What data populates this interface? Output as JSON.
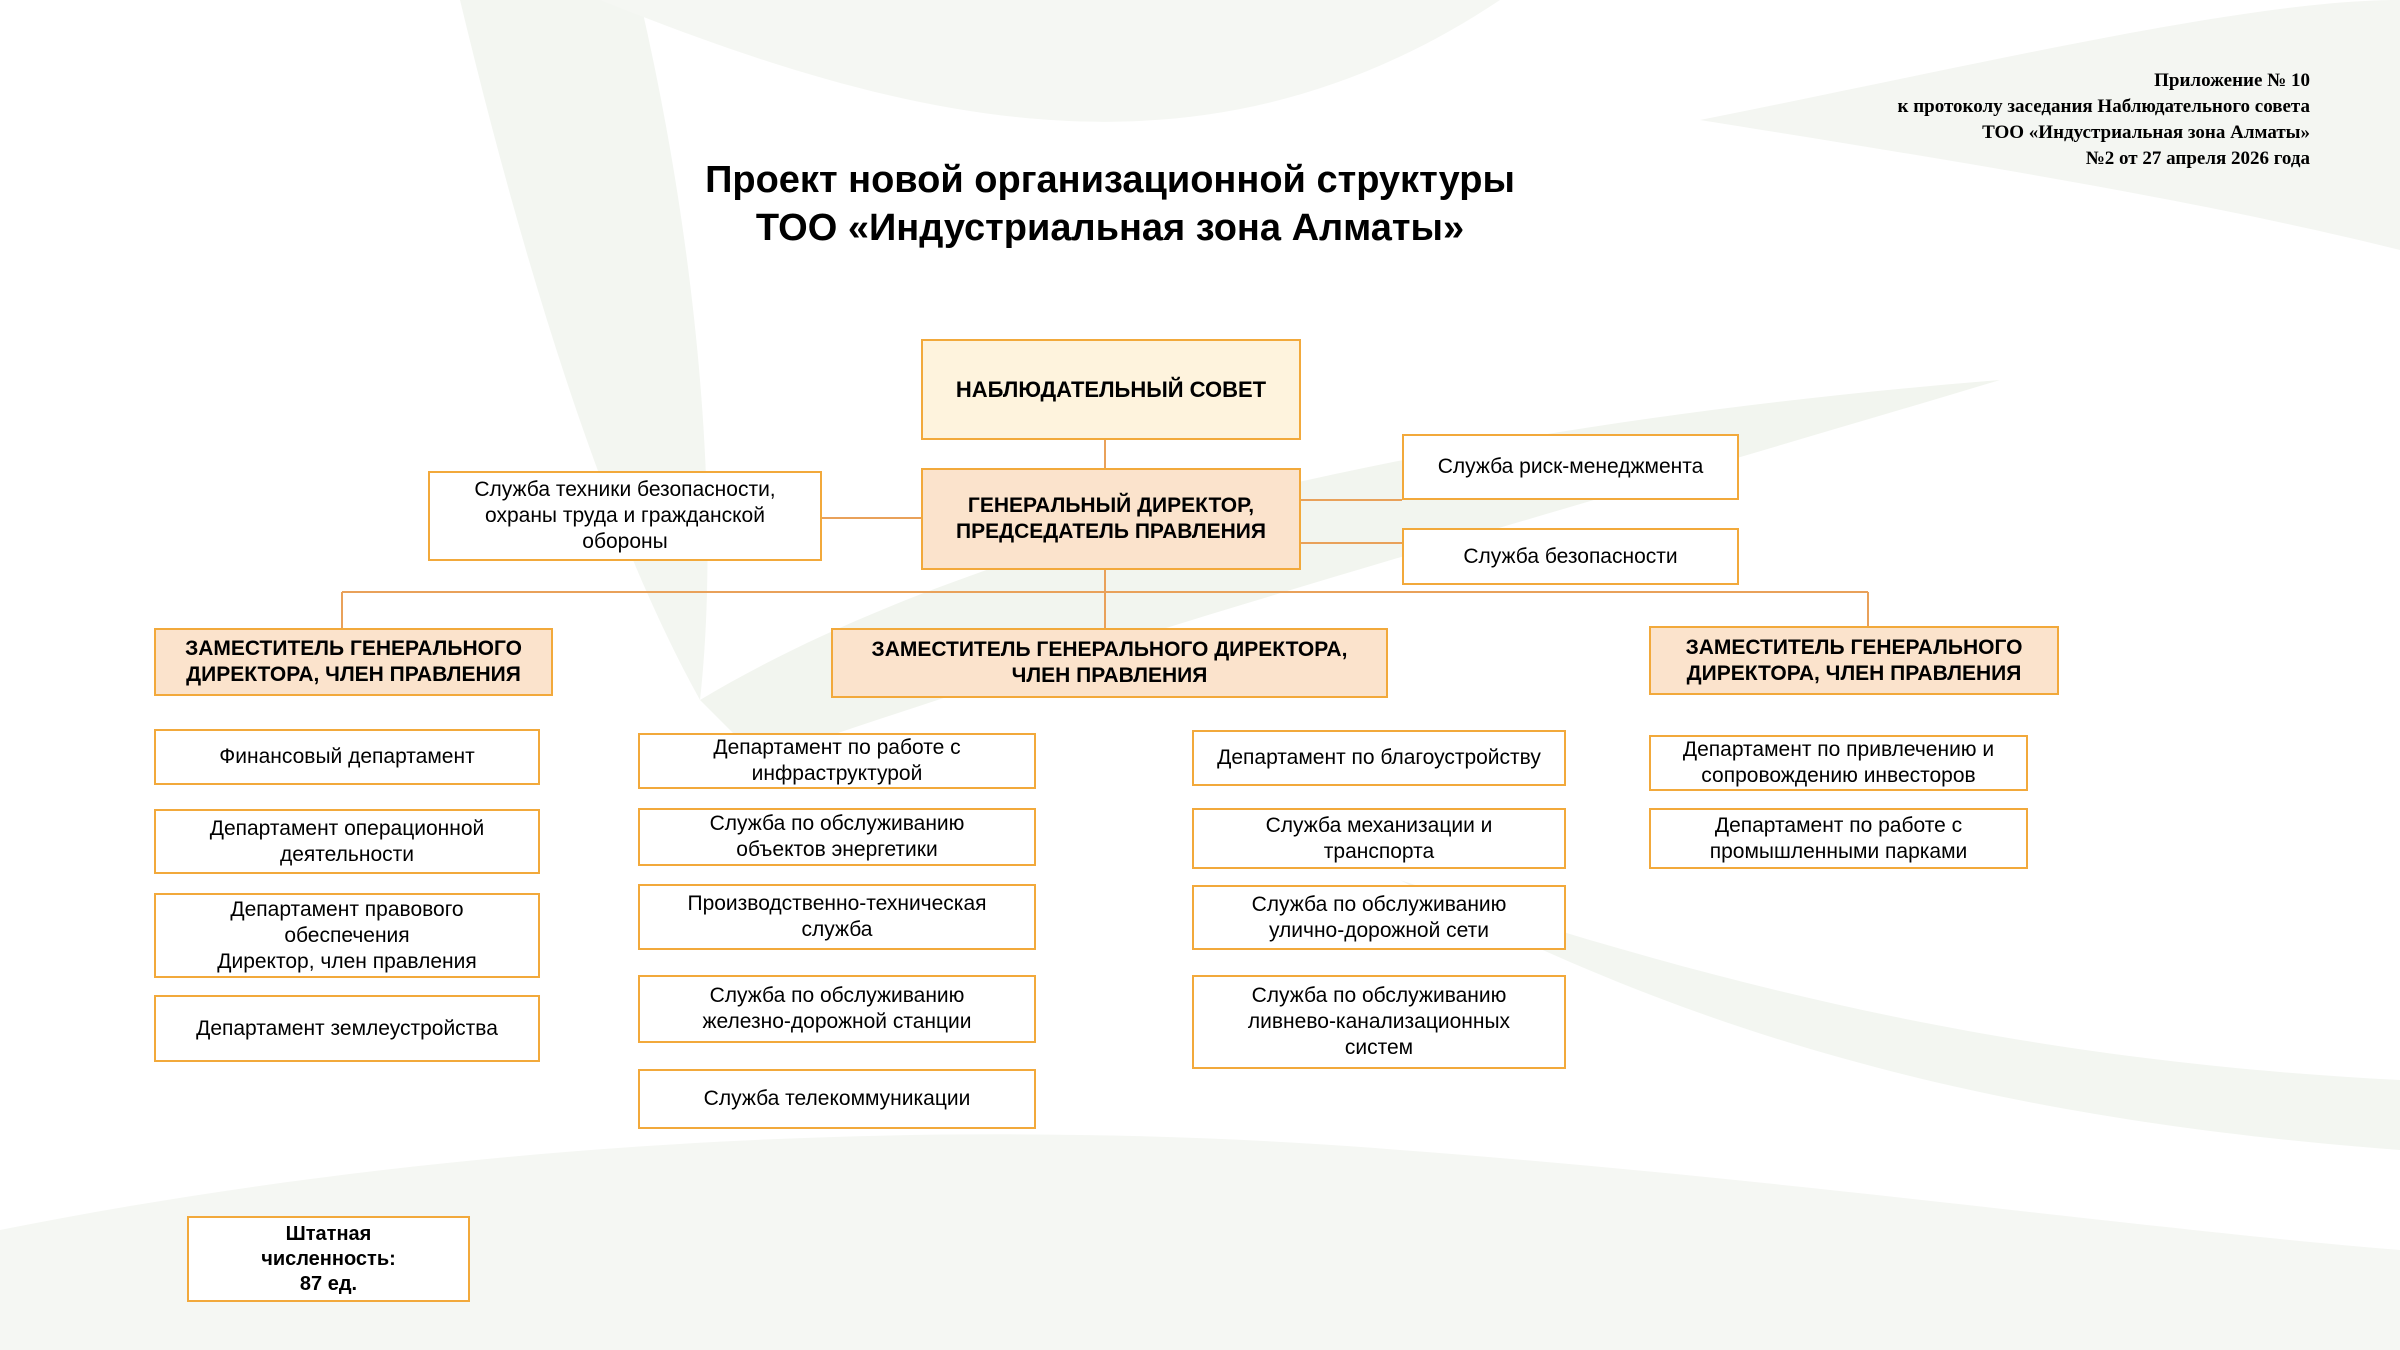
{
  "annex": [
    "Приложение № 10",
    "к протоколу заседания Наблюдательного совета",
    "ТОО «Индустриальная зона Алматы»",
    "№2 от 27 апреля 2026 года"
  ],
  "title": [
    "Проект новой организационной структуры",
    "ТОО «Индустриальная зона Алматы»"
  ],
  "org": {
    "supervisory_board": "НАБЛЮДАТЕЛЬНЫЙ СОВЕТ",
    "general_director": "ГЕНЕРАЛЬНЫЙ ДИРЕКТОР,\nПРЕДСЕДАТЕЛЬ ПРАВЛЕНИЯ",
    "safety_service": "Служба техники безопасности,\nохраны труда и гражданской\nобороны",
    "risk_service": "Служба риск-менеджмента",
    "security_service": "Служба безопасности",
    "deputy_left": "ЗАМЕСТИТЕЛЬ ГЕНЕРАЛЬНОГО\nДИРЕКТОРА, ЧЛЕН ПРАВЛЕНИЯ",
    "deputy_center": "ЗАМЕСТИТЕЛЬ ГЕНЕРАЛЬНОГО ДИРЕКТОРА,\nЧЛЕН ПРАВЛЕНИЯ",
    "deputy_right": "ЗАМЕСТИТЕЛЬ ГЕНЕРАЛЬНОГО\nДИРЕКТОРА, ЧЛЕН ПРАВЛЕНИЯ",
    "left_units": [
      "Финансовый департамент",
      "Департамент операционной\nдеятельности",
      "Департамент правового\nобеспечения\nДиректор, член правления",
      "Департамент землеустройства"
    ],
    "center_a_units": [
      "Департамент по работе с\nинфраструктурой",
      "Служба по обслуживанию\nобъектов энергетики",
      "Производственно-техническая\nслужба",
      "Служба по обслуживанию\nжелезно-дорожной станции",
      "Служба телекоммуникации"
    ],
    "center_b_units": [
      "Департамент по благоустройству",
      "Служба механизации и\nтранспорта",
      "Служба по обслуживанию\nулично-дорожной сети",
      "Служба по обслуживанию\nливнево-канализационных\nсистем"
    ],
    "right_units": [
      "Департамент по привлечению и\nсопровождению инвесторов",
      "Департамент по работе с\nпромышленными парками"
    ]
  },
  "headcount": "Штатная\nчисленность:\n87 ед.",
  "colors": {
    "border": "#F2A93B",
    "head_fill": "#FBE3CC",
    "top_fill": "#FEF3DD",
    "line": "#E9A15A"
  }
}
